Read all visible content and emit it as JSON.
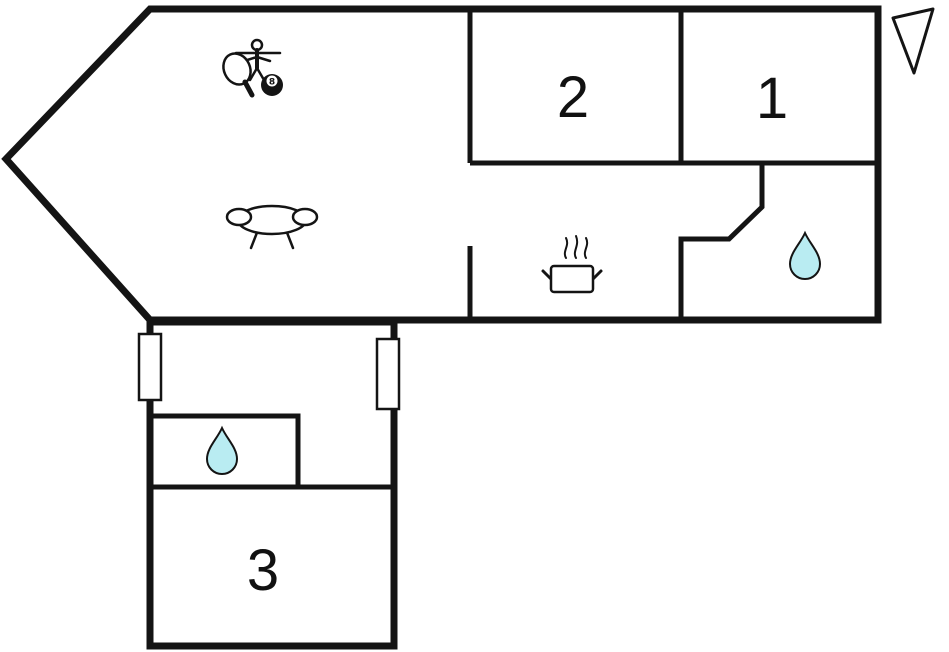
{
  "floorplan": {
    "type": "apartment-floor-plan",
    "rooms": [
      {
        "id": "room-1",
        "label": "1"
      },
      {
        "id": "room-2",
        "label": "2"
      },
      {
        "id": "room-3",
        "label": "3"
      }
    ],
    "game": {
      "ball_number": "8"
    },
    "icons": [
      "north-arrow-icon",
      "foosball-player-icon",
      "table-tennis-paddle-icon",
      "billiard-ball-icon",
      "sofa-icon",
      "cooking-pot-steam-icon",
      "water-drop-icon-right-bath",
      "water-drop-icon-annex-bath",
      "window-icon-annex-left",
      "window-icon-annex-right"
    ],
    "colors": {
      "wall": "#141414",
      "water_drop": "#b9ecf2",
      "background": "#ffffff",
      "label": "#111111"
    }
  }
}
